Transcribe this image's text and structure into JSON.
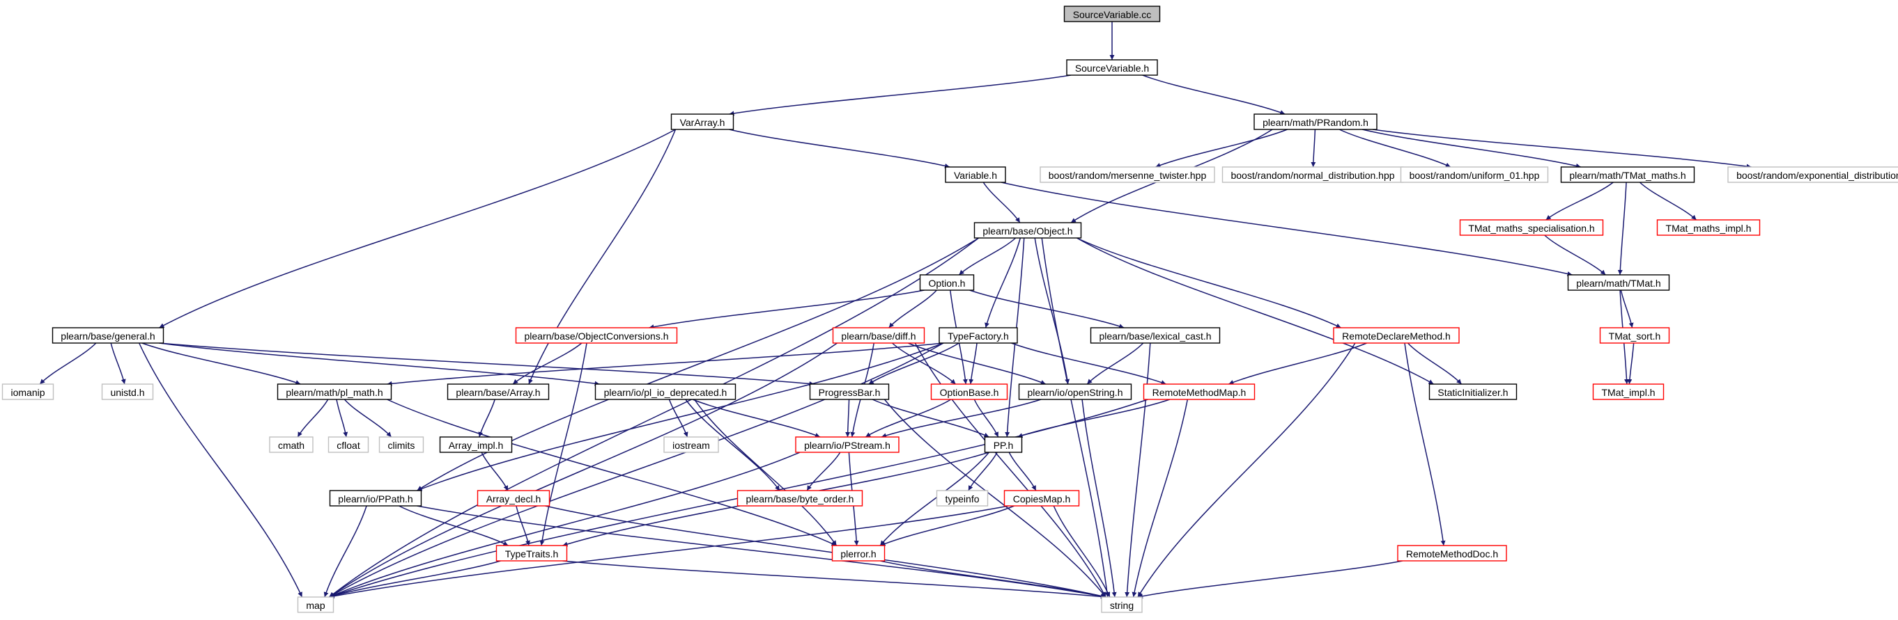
{
  "colors": {
    "edge": "#191970",
    "root_fill": "#bfbfbf",
    "border_normal": "#000000",
    "border_truncated": "#ff0000",
    "border_system": "#bfbfbf",
    "text": "#000000"
  },
  "nodes": [
    {
      "id": "n0",
      "label": "SourceVariable.cc",
      "kind": "root"
    },
    {
      "id": "n1",
      "label": "SourceVariable.h",
      "kind": "normal"
    },
    {
      "id": "n2",
      "label": "VarArray.h",
      "kind": "normal"
    },
    {
      "id": "n3",
      "label": "plearn/math/PRandom.h",
      "kind": "normal"
    },
    {
      "id": "n4",
      "label": "Variable.h",
      "kind": "normal"
    },
    {
      "id": "n5",
      "label": "boost/random/mersenne_twister.hpp",
      "kind": "system"
    },
    {
      "id": "n6",
      "label": "boost/random/normal_distribution.hpp",
      "kind": "system"
    },
    {
      "id": "n7",
      "label": "boost/random/uniform_01.hpp",
      "kind": "system"
    },
    {
      "id": "n8",
      "label": "plearn/math/TMat_maths.h",
      "kind": "normal"
    },
    {
      "id": "n9",
      "label": "boost/random/exponential_distribution.hpp",
      "kind": "system"
    },
    {
      "id": "n10",
      "label": "plearn/base/Object.h",
      "kind": "normal"
    },
    {
      "id": "n11",
      "label": "TMat_maths_specialisation.h",
      "kind": "truncated"
    },
    {
      "id": "n12",
      "label": "TMat_maths_impl.h",
      "kind": "truncated"
    },
    {
      "id": "n13",
      "label": "Option.h",
      "kind": "normal"
    },
    {
      "id": "n14",
      "label": "plearn/math/TMat.h",
      "kind": "normal"
    },
    {
      "id": "n15",
      "label": "plearn/base/ObjectConversions.h",
      "kind": "truncated"
    },
    {
      "id": "n16",
      "label": "plearn/base/diff.h",
      "kind": "truncated"
    },
    {
      "id": "n17",
      "label": "TypeFactory.h",
      "kind": "normal"
    },
    {
      "id": "n18",
      "label": "plearn/base/lexical_cast.h",
      "kind": "normal"
    },
    {
      "id": "n19",
      "label": "RemoteDeclareMethod.h",
      "kind": "truncated"
    },
    {
      "id": "n20",
      "label": "TMat_sort.h",
      "kind": "truncated"
    },
    {
      "id": "n21",
      "label": "plearn/base/general.h",
      "kind": "normal"
    },
    {
      "id": "n22",
      "label": "iomanip",
      "kind": "system"
    },
    {
      "id": "n23",
      "label": "unistd.h",
      "kind": "system"
    },
    {
      "id": "n24",
      "label": "plearn/math/pl_math.h",
      "kind": "normal"
    },
    {
      "id": "n25",
      "label": "plearn/base/Array.h",
      "kind": "normal"
    },
    {
      "id": "n26",
      "label": "plearn/io/pl_io_deprecated.h",
      "kind": "normal"
    },
    {
      "id": "n27",
      "label": "ProgressBar.h",
      "kind": "normal"
    },
    {
      "id": "n28",
      "label": "OptionBase.h",
      "kind": "truncated"
    },
    {
      "id": "n29",
      "label": "plearn/io/openString.h",
      "kind": "normal"
    },
    {
      "id": "n30",
      "label": "RemoteMethodMap.h",
      "kind": "truncated"
    },
    {
      "id": "n31",
      "label": "StaticInitializer.h",
      "kind": "normal"
    },
    {
      "id": "n32",
      "label": "TMat_impl.h",
      "kind": "truncated"
    },
    {
      "id": "n33",
      "label": "cmath",
      "kind": "system"
    },
    {
      "id": "n34",
      "label": "cfloat",
      "kind": "system"
    },
    {
      "id": "n35",
      "label": "climits",
      "kind": "system"
    },
    {
      "id": "n36",
      "label": "Array_impl.h",
      "kind": "normal"
    },
    {
      "id": "n37",
      "label": "iostream",
      "kind": "system"
    },
    {
      "id": "n38",
      "label": "plearn/io/PStream.h",
      "kind": "truncated"
    },
    {
      "id": "n39",
      "label": "PP.h",
      "kind": "normal"
    },
    {
      "id": "n40",
      "label": "plearn/io/PPath.h",
      "kind": "normal"
    },
    {
      "id": "n41",
      "label": "Array_decl.h",
      "kind": "truncated"
    },
    {
      "id": "n42",
      "label": "plearn/base/byte_order.h",
      "kind": "truncated"
    },
    {
      "id": "n43",
      "label": "typeinfo",
      "kind": "system"
    },
    {
      "id": "n44",
      "label": "CopiesMap.h",
      "kind": "truncated"
    },
    {
      "id": "n45",
      "label": "TypeTraits.h",
      "kind": "truncated"
    },
    {
      "id": "n46",
      "label": "plerror.h",
      "kind": "truncated"
    },
    {
      "id": "n47",
      "label": "RemoteMethodDoc.h",
      "kind": "truncated"
    },
    {
      "id": "n48",
      "label": "map",
      "kind": "system"
    },
    {
      "id": "n49",
      "label": "string",
      "kind": "system"
    }
  ],
  "edges": [
    [
      "n0",
      "n1"
    ],
    [
      "n1",
      "n2"
    ],
    [
      "n1",
      "n3"
    ],
    [
      "n2",
      "n4"
    ],
    [
      "n2",
      "n21"
    ],
    [
      "n2",
      "n25"
    ],
    [
      "n3",
      "n5"
    ],
    [
      "n3",
      "n6"
    ],
    [
      "n3",
      "n7"
    ],
    [
      "n3",
      "n8"
    ],
    [
      "n3",
      "n9"
    ],
    [
      "n3",
      "n10"
    ],
    [
      "n4",
      "n10"
    ],
    [
      "n4",
      "n14"
    ],
    [
      "n8",
      "n11"
    ],
    [
      "n8",
      "n12"
    ],
    [
      "n8",
      "n14"
    ],
    [
      "n11",
      "n14"
    ],
    [
      "n14",
      "n20"
    ],
    [
      "n14",
      "n32"
    ],
    [
      "n20",
      "n32"
    ],
    [
      "n10",
      "n13"
    ],
    [
      "n10",
      "n17"
    ],
    [
      "n10",
      "n19"
    ],
    [
      "n10",
      "n31"
    ],
    [
      "n10",
      "n29"
    ],
    [
      "n10",
      "n39"
    ],
    [
      "n10",
      "n48"
    ],
    [
      "n10",
      "n49"
    ],
    [
      "n10",
      "n40"
    ],
    [
      "n13",
      "n15"
    ],
    [
      "n13",
      "n16"
    ],
    [
      "n13",
      "n18"
    ],
    [
      "n13",
      "n28"
    ],
    [
      "n15",
      "n25"
    ],
    [
      "n15",
      "n45"
    ],
    [
      "n16",
      "n28"
    ],
    [
      "n16",
      "n38"
    ],
    [
      "n16",
      "n29"
    ],
    [
      "n16",
      "n49"
    ],
    [
      "n16",
      "n48"
    ],
    [
      "n17",
      "n28"
    ],
    [
      "n17",
      "n30"
    ],
    [
      "n17",
      "n24"
    ],
    [
      "n17",
      "n40"
    ],
    [
      "n17",
      "n48"
    ],
    [
      "n17",
      "n27"
    ],
    [
      "n18",
      "n29"
    ],
    [
      "n18",
      "n49"
    ],
    [
      "n19",
      "n30"
    ],
    [
      "n19",
      "n31"
    ],
    [
      "n19",
      "n47"
    ],
    [
      "n19",
      "n49"
    ],
    [
      "n21",
      "n22"
    ],
    [
      "n21",
      "n23"
    ],
    [
      "n21",
      "n24"
    ],
    [
      "n21",
      "n26"
    ],
    [
      "n21",
      "n27"
    ],
    [
      "n21",
      "n48"
    ],
    [
      "n24",
      "n33"
    ],
    [
      "n24",
      "n34"
    ],
    [
      "n24",
      "n35"
    ],
    [
      "n24",
      "n46"
    ],
    [
      "n25",
      "n36"
    ],
    [
      "n36",
      "n41"
    ],
    [
      "n41",
      "n45"
    ],
    [
      "n41",
      "n49"
    ],
    [
      "n26",
      "n37"
    ],
    [
      "n26",
      "n38"
    ],
    [
      "n26",
      "n42"
    ],
    [
      "n26",
      "n46"
    ],
    [
      "n27",
      "n38"
    ],
    [
      "n27",
      "n39"
    ],
    [
      "n27",
      "n49"
    ],
    [
      "n28",
      "n38"
    ],
    [
      "n28",
      "n39"
    ],
    [
      "n29",
      "n38"
    ],
    [
      "n29",
      "n49"
    ],
    [
      "n30",
      "n39"
    ],
    [
      "n30",
      "n48"
    ],
    [
      "n30",
      "n49"
    ],
    [
      "n38",
      "n42"
    ],
    [
      "n38",
      "n46"
    ],
    [
      "n38",
      "n48"
    ],
    [
      "n39",
      "n43"
    ],
    [
      "n39",
      "n44"
    ],
    [
      "n39",
      "n45"
    ],
    [
      "n39",
      "n46"
    ],
    [
      "n40",
      "n45"
    ],
    [
      "n40",
      "n48"
    ],
    [
      "n40",
      "n49"
    ],
    [
      "n44",
      "n46"
    ],
    [
      "n44",
      "n48"
    ],
    [
      "n44",
      "n49"
    ],
    [
      "n45",
      "n48"
    ],
    [
      "n45",
      "n49"
    ],
    [
      "n46",
      "n49"
    ],
    [
      "n47",
      "n49"
    ]
  ]
}
